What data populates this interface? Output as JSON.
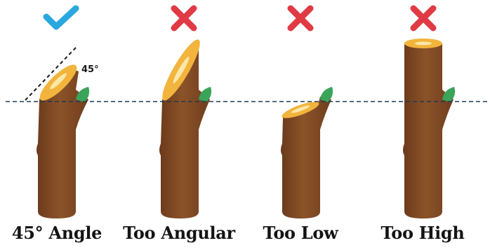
{
  "panels": [
    {
      "caption": "45° Angle",
      "verdict": "correct",
      "verdict_icon": "checkmark-icon"
    },
    {
      "caption": "Too Angular",
      "verdict": "incorrect",
      "verdict_icon": "cross-icon"
    },
    {
      "caption": "Too Low",
      "verdict": "incorrect",
      "verdict_icon": "cross-icon"
    },
    {
      "caption": "Too High",
      "verdict": "incorrect",
      "verdict_icon": "cross-icon"
    }
  ],
  "angle_label": "45°",
  "colors": {
    "correct": "#29a8df",
    "incorrect": "#e03a44",
    "bark_dark": "#6b3a1c",
    "bark_light": "#8b5328",
    "cut_face": "#f2b43c",
    "cut_highlight": "#fbe7a8",
    "bud": "#3aa45a",
    "guide_line": "#1c3a57"
  }
}
